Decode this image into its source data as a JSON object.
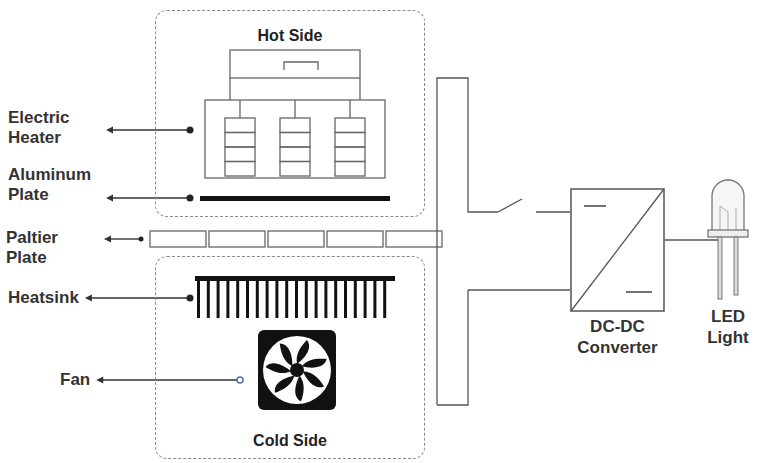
{
  "diagram": {
    "nodes": [
      {
        "text": [
          "Hot Side"
        ]
      },
      {
        "text": [
          "Cold Side"
        ]
      },
      {
        "text": [
          "DC-DC Converter"
        ]
      },
      {
        "text": [
          "LED Light"
        ]
      }
    ],
    "edges": [
      {
        "from": 2,
        "to": 3,
        "arrow": "none"
      }
    ],
    "labels": [
      "Electric Heater",
      "Aluminum Plate",
      "Paltier Plate",
      "Heatsink",
      "Fan"
    ]
  }
}
